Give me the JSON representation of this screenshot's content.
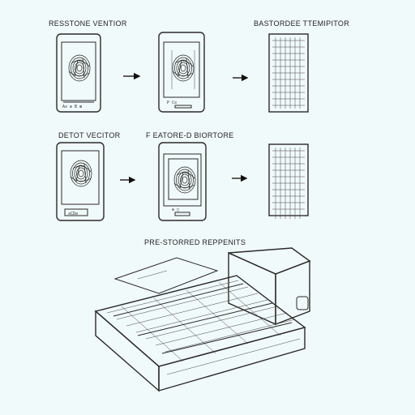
{
  "labels": {
    "top_left": "RESSTONE VENTIOR",
    "top_right": "BASTORDEE TTEMIPITOR",
    "mid_left": "DETOT VECITOR",
    "mid_center": "F EATORE-D BIORTORE",
    "bottom": "PRE-STORRED REPPENITS"
  },
  "phone_text": {
    "phone1": "A≡ ⊕ B ⊞",
    "phone2": "P C≡",
    "phone3": "≡CD⊖",
    "phone4": "⊕ □"
  },
  "arrows": [
    "arrow-row1-a",
    "arrow-row1-b",
    "arrow-row2-a",
    "arrow-row2-b"
  ],
  "icons": [
    "fingerprint-icon",
    "arrow-right-icon",
    "template-grid-icon",
    "database-tray-icon"
  ],
  "colors": {
    "background": "#f1fafb",
    "ink": "#2a2a2a"
  }
}
